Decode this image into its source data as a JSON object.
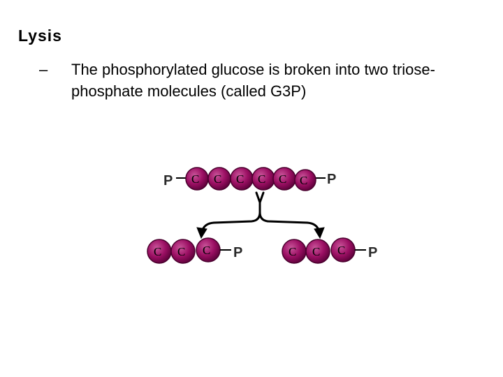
{
  "slide": {
    "title": "Lysis",
    "bullet_marker": "–",
    "bullet_text": "The phosphorylated glucose is broken into two triose-phosphate molecules (called G3P)"
  },
  "diagram": {
    "glucose_chain": {
      "left_group": "P",
      "carbons": [
        "C",
        "C",
        "C",
        "C",
        "C",
        "C"
      ],
      "right_group": "P"
    },
    "g3p_products": [
      {
        "carbons": [
          "C",
          "C",
          "C"
        ],
        "phosphate": "P"
      },
      {
        "carbons": [
          "C",
          "C",
          "C"
        ],
        "phosphate": "P"
      }
    ],
    "colors": {
      "carbon_fill": "#9b0f63",
      "carbon_dark": "#5a0038",
      "carbon_highlight": "#c9559a",
      "bond": "#000000",
      "text": "#000000"
    }
  }
}
